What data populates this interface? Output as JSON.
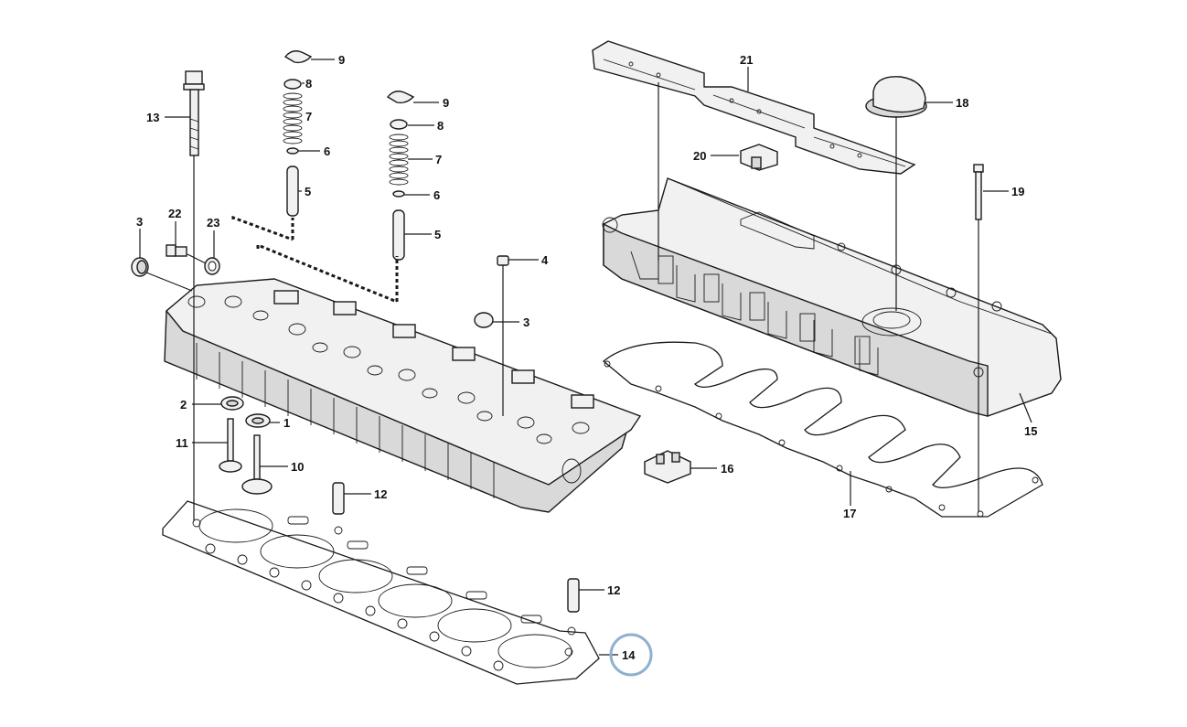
{
  "diagram": {
    "highlight_color": "#8fb0cf",
    "highlighted_part": "14",
    "callouts": {
      "c1": "1",
      "c2": "2",
      "c3a": "3",
      "c3b": "3",
      "c4": "4",
      "c5a": "5",
      "c5b": "5",
      "c6a": "6",
      "c6b": "6",
      "c7a": "7",
      "c7b": "7",
      "c8a": "8",
      "c8b": "8",
      "c9a": "9",
      "c9b": "9",
      "c10": "10",
      "c11": "11",
      "c12a": "12",
      "c12b": "12",
      "c13": "13",
      "c14": "14",
      "c15": "15",
      "c16": "16",
      "c17": "17",
      "c18": "18",
      "c19": "19",
      "c20": "20",
      "c21": "21",
      "c22": "22",
      "c23": "23"
    }
  }
}
